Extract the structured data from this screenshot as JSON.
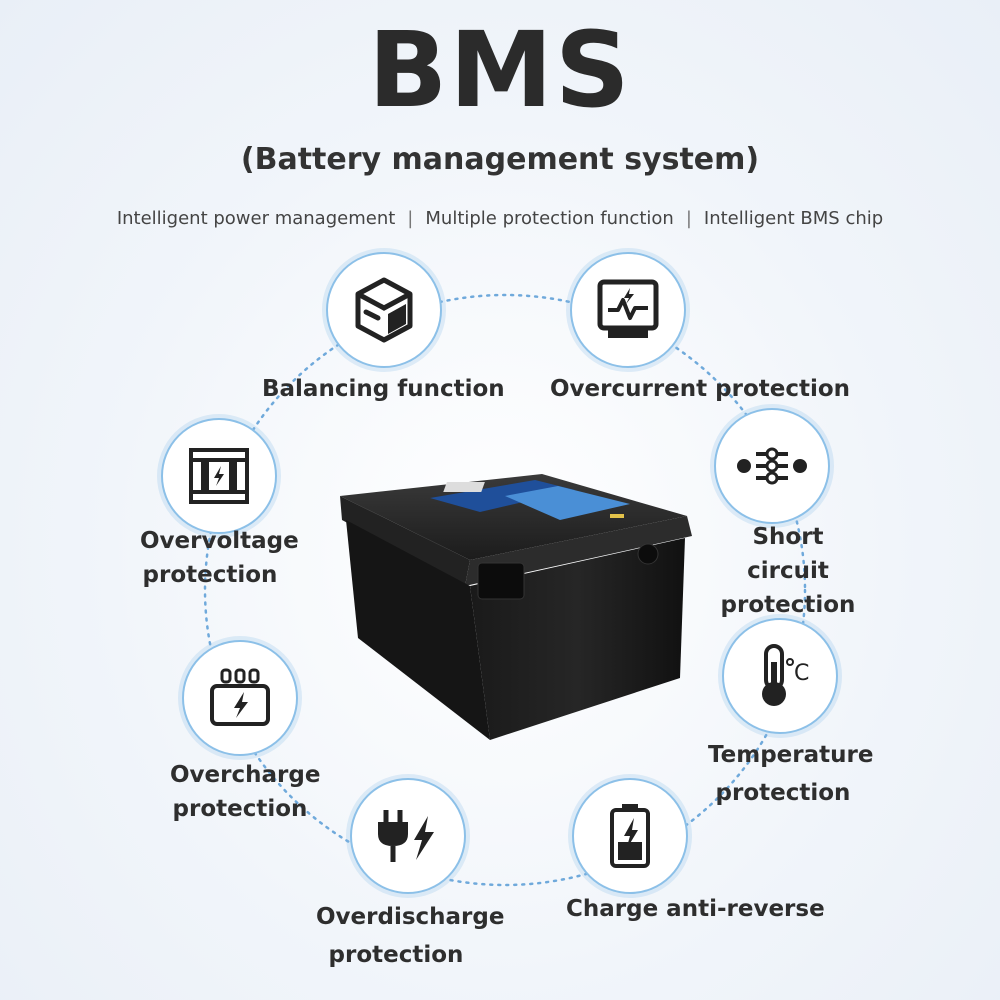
{
  "header": {
    "title": "BMS",
    "subtitle": "(Battery management system)",
    "taglines": [
      "Intelligent power management",
      "Multiple protection function",
      "Intelligent BMS chip"
    ]
  },
  "features": [
    {
      "label": "Balancing function",
      "icon": "cube-icon"
    },
    {
      "label": "Overcurrent protection",
      "icon": "monitor-pulse-icon"
    },
    {
      "label": "Overvoltage protection",
      "icon": "voltage-cell-icon"
    },
    {
      "label": "Short circuit protection",
      "icon": "circuit-switch-icon"
    },
    {
      "label": "Temperature protection",
      "icon": "thermometer-celsius-icon"
    },
    {
      "label": "Overcharge protection",
      "icon": "charger-icon"
    },
    {
      "label": "Overdischarge protection",
      "icon": "plug-bolt-icon"
    },
    {
      "label": "Charge anti-reverse",
      "icon": "battery-bolt-icon"
    }
  ],
  "product": {
    "image": "battery-box-image"
  },
  "colors": {
    "ring": "#6fa9db",
    "circle_border": "#8cc0e8",
    "text": "#2e2e2e"
  }
}
